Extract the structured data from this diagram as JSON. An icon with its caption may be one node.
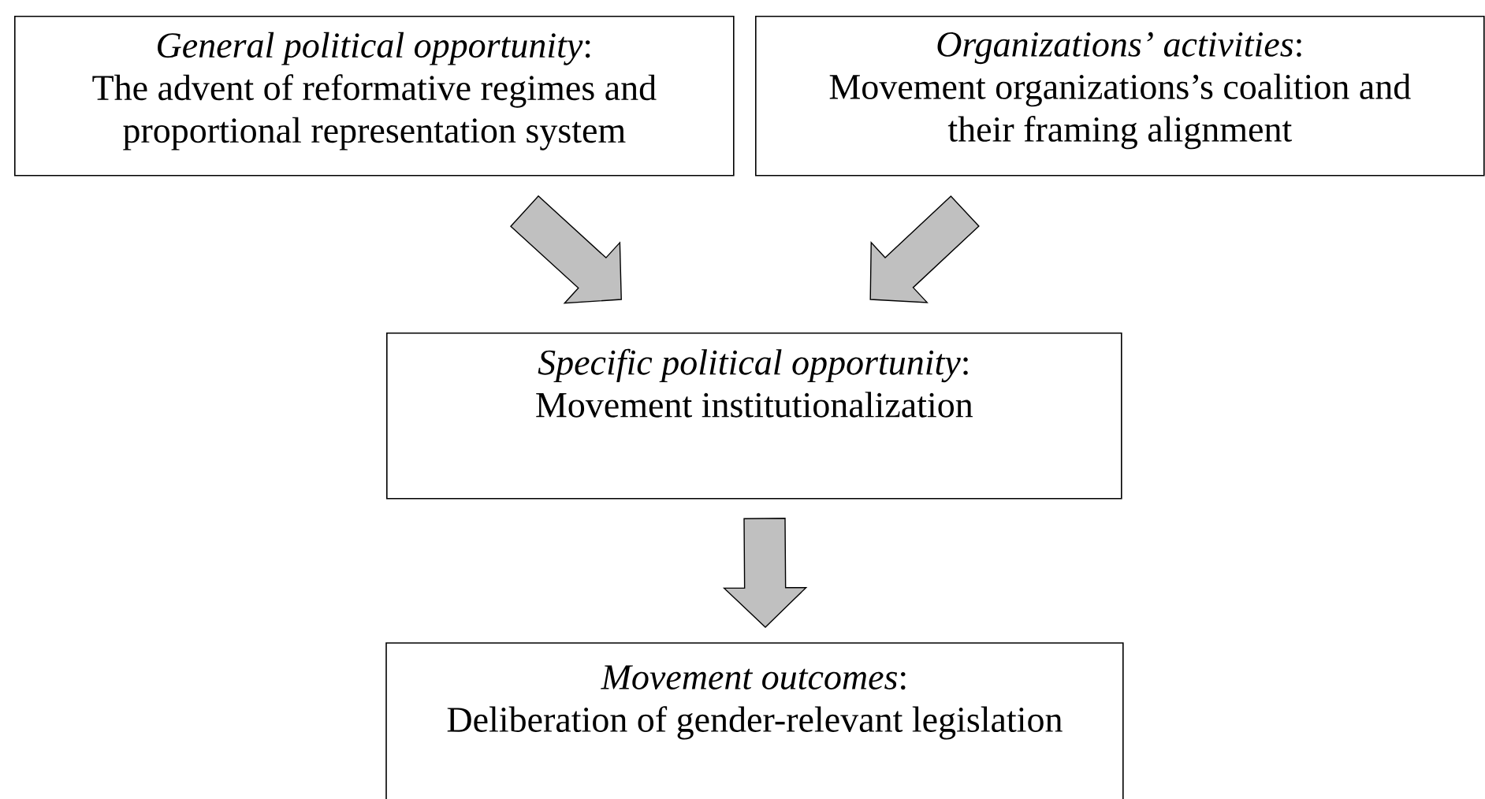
{
  "diagram": {
    "nodes": [
      {
        "text": [
          "*General political opportunity*:",
          "The advent of reformative regimes and proportional representation system"
        ]
      },
      {
        "text": [
          "*Organizations’ activities*:",
          "Movement organizations’s coalition and their framing alignment"
        ]
      },
      {
        "text": [
          "*Specific political opportunity*:",
          "Movement institutionalization"
        ]
      },
      {
        "text": [
          "*Movement outcomes*:",
          "Deliberation of gender-relevant legislation"
        ]
      }
    ],
    "edges": [
      {
        "from": 0,
        "to": 2,
        "arrow": "to"
      },
      {
        "from": 1,
        "to": 2,
        "arrow": "to"
      },
      {
        "from": 2,
        "to": 3,
        "arrow": "to"
      }
    ]
  }
}
